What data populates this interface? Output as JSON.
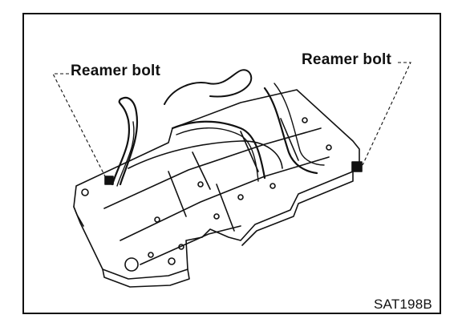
{
  "figure": {
    "labels": {
      "left_callout": "Reamer bolt",
      "right_callout": "Reamer bolt"
    },
    "figure_code": "SAT198B"
  }
}
